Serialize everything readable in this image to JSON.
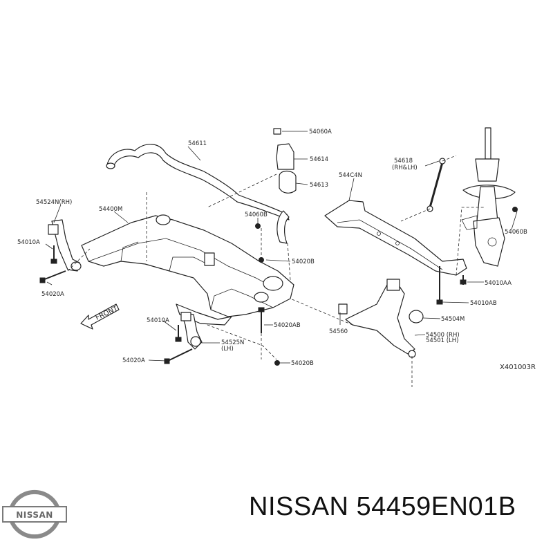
{
  "logo": {
    "text": "NISSAN"
  },
  "footer": {
    "part_label": "NISSAN 54459EN01B"
  },
  "direction": {
    "label": "FRONT"
  },
  "figure_code": "X401003R",
  "callouts": [
    {
      "code": "54611"
    },
    {
      "code": "54060A"
    },
    {
      "code": "54614"
    },
    {
      "code": "54613"
    },
    {
      "code": "54618"
    },
    {
      "code": "(RH&LH)"
    },
    {
      "code": "544C4N"
    },
    {
      "code": "54524N(RH)"
    },
    {
      "code": "54400M"
    },
    {
      "code": "54060B"
    },
    {
      "code": "54060B"
    },
    {
      "code": "54010A"
    },
    {
      "code": "54020A"
    },
    {
      "code": "54020B"
    },
    {
      "code": "54010AA"
    },
    {
      "code": "54010AB"
    },
    {
      "code": "54010A"
    },
    {
      "code": "54020AB"
    },
    {
      "code": "54504M"
    },
    {
      "code": "54560"
    },
    {
      "code": "54500 (RH)"
    },
    {
      "code": "54501 (LH)"
    },
    {
      "code": "54525N"
    },
    {
      "code": "(LH)"
    },
    {
      "code": "54020A"
    },
    {
      "code": "54020B"
    }
  ]
}
